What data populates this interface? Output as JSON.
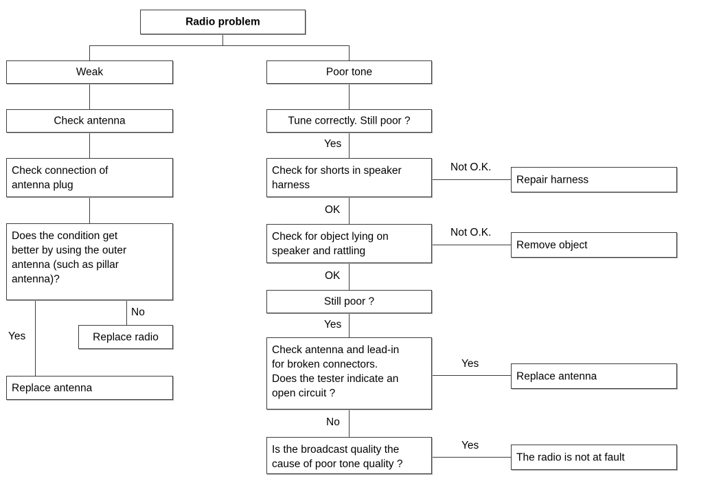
{
  "diagram": {
    "title": "Radio problem",
    "type": "troubleshooting-flowchart",
    "nodes": {
      "root": "Radio problem",
      "weak": "Weak",
      "check_antenna": "Check antenna",
      "check_connection": "Check connection of\nantenna plug",
      "does_condition": "Does the condition get\nbetter by using the outer\nantenna (such as pillar\nantenna)?",
      "replace_radio": "Replace radio",
      "replace_antenna_left": "Replace antenna",
      "poor_tone": "Poor tone",
      "tune_correctly": "Tune correctly. Still poor ?",
      "check_shorts": "Check for shorts in speaker\nharness",
      "repair_harness": "Repair harness",
      "check_object": "Check for object lying on\nspeaker and rattling",
      "remove_object": "Remove object",
      "still_poor": "Still poor ?",
      "check_leadin": "Check antenna and lead-in\nfor broken connectors.\nDoes the tester indicate an\nopen circuit ?",
      "replace_antenna_right": "Replace antenna",
      "is_broadcast": "Is the broadcast quality the\ncause of poor tone quality ?",
      "radio_not_at_fault": "The radio is not at fault"
    },
    "edge_labels": {
      "does_condition_no": "No",
      "does_condition_yes": "Yes",
      "tune_yes": "Yes",
      "shorts_not_ok": "Not O.K.",
      "shorts_ok": "OK",
      "object_not_ok": "Not O.K.",
      "object_ok": "OK",
      "still_poor_yes": "Yes",
      "leadin_yes": "Yes",
      "leadin_no": "No",
      "broadcast_yes": "Yes"
    },
    "colors": {
      "border": "#3c3c3c",
      "shadow": "#a8a8a8",
      "background": "#ffffff",
      "text": "#000000"
    }
  }
}
